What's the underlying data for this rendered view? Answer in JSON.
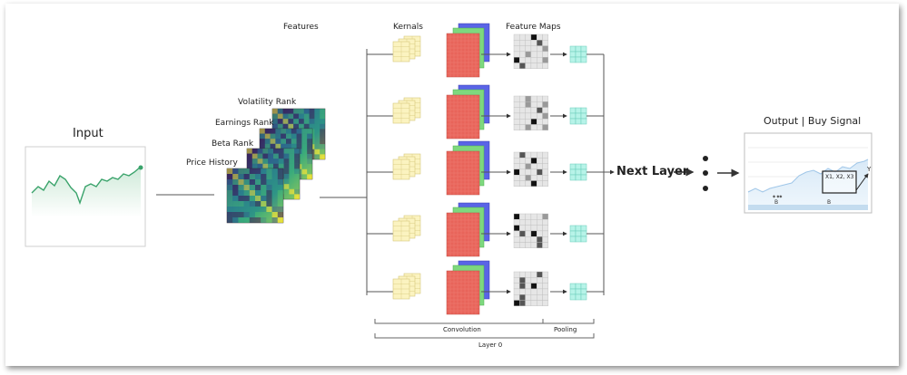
{
  "labels": {
    "input": "Input",
    "features": "Features",
    "volatility_rank": "Volatility Rank",
    "earnings_rank": "Earnings Rank",
    "beta_rank": "Beta Rank",
    "price_history": "Price History",
    "kernals": "Kernals",
    "feature_maps": "Feature Maps",
    "next_layer": "Next Layer",
    "output": "Output | Buy Signal",
    "convolution": "Convolution",
    "pooling": "Pooling",
    "layer": "Layer 0",
    "output_box_text": "X1, X2, X3",
    "output_axis_y": "Y"
  },
  "colors": {
    "kernel_fill": "#fbf3c0",
    "kernel_stroke": "#d6c67a",
    "red_map": "#e8645a",
    "green_map": "#7ed87e",
    "blue_map": "#5a64e6",
    "pool_fill": "#b7f3e8",
    "line": "#555555",
    "stock_line": "#3aa36b"
  },
  "rows": 5
}
